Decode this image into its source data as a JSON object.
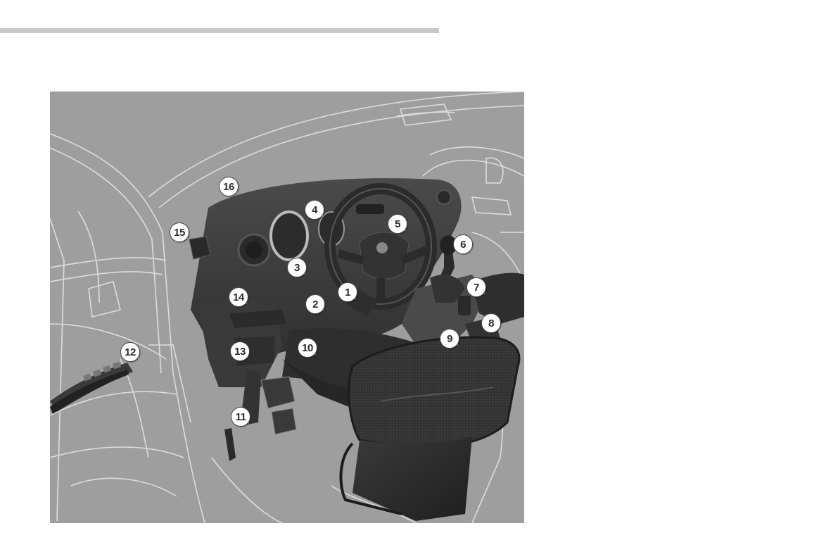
{
  "figure": {
    "callouts": [
      {
        "label": "1"
      },
      {
        "label": "2"
      },
      {
        "label": "3"
      },
      {
        "label": "4"
      },
      {
        "label": "5"
      },
      {
        "label": "6"
      },
      {
        "label": "7"
      },
      {
        "label": "8"
      },
      {
        "label": "9"
      },
      {
        "label": "10"
      },
      {
        "label": "11"
      },
      {
        "label": "12"
      },
      {
        "label": "13"
      },
      {
        "label": "14"
      },
      {
        "label": "15"
      },
      {
        "label": "16"
      }
    ]
  },
  "colors": {
    "background_gray": "#9e9e9e",
    "outline": "#e8e8e8",
    "dashboard": "#3c3c3c",
    "rule": "#c9c9c9"
  }
}
